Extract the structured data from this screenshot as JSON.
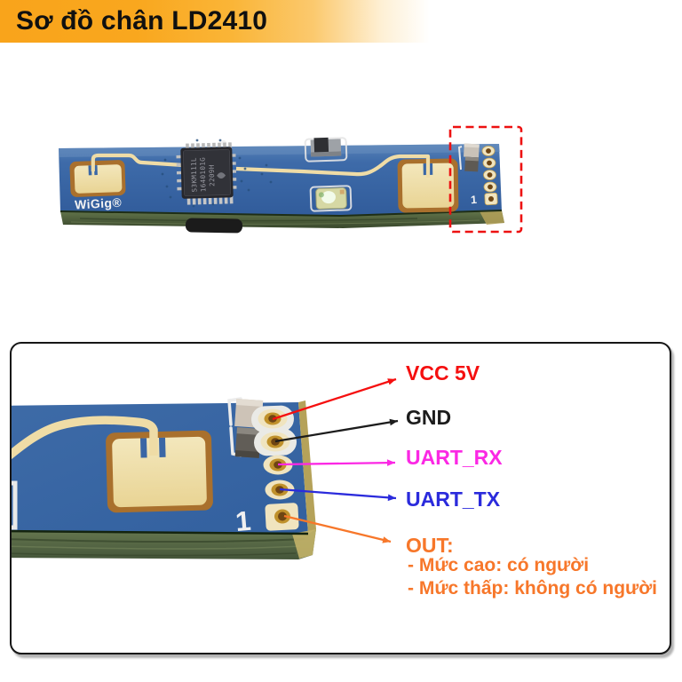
{
  "header": {
    "title": "Sơ đồ chân LD2410",
    "bg_gradient_start": "#F9A41B",
    "bg_gradient_end": "#FFFFFF",
    "text_color": "#101010"
  },
  "board_photo": {
    "brand_text": "WiGig®",
    "pin1_label": "1",
    "chip_marking": {
      "line1": "S3KM111L",
      "line2": "1640101G",
      "line3": "2209H"
    },
    "highlight_color": "#ED1111",
    "pcb_blue": "#3A67A6",
    "copper_gold": "#EFE0AC",
    "edge_green": "#55673F"
  },
  "pinout_panel": {
    "pin1_label": "1",
    "labels": [
      {
        "id": "vcc",
        "text": "VCC 5V",
        "color": "#F50F0F"
      },
      {
        "id": "gnd",
        "text": "GND",
        "color": "#1C1C1C"
      },
      {
        "id": "uart_rx",
        "text": "UART_RX",
        "color": "#FB28E4"
      },
      {
        "id": "uart_tx",
        "text": "UART_TX",
        "color": "#2B2BDC"
      },
      {
        "id": "out",
        "text": "OUT:",
        "color": "#F7772A"
      }
    ],
    "out_notes": [
      {
        "text": "- Mức cao: có người",
        "color": "#F7772A"
      },
      {
        "text": "- Mức thấp: không có người",
        "color": "#F7772A"
      }
    ]
  }
}
